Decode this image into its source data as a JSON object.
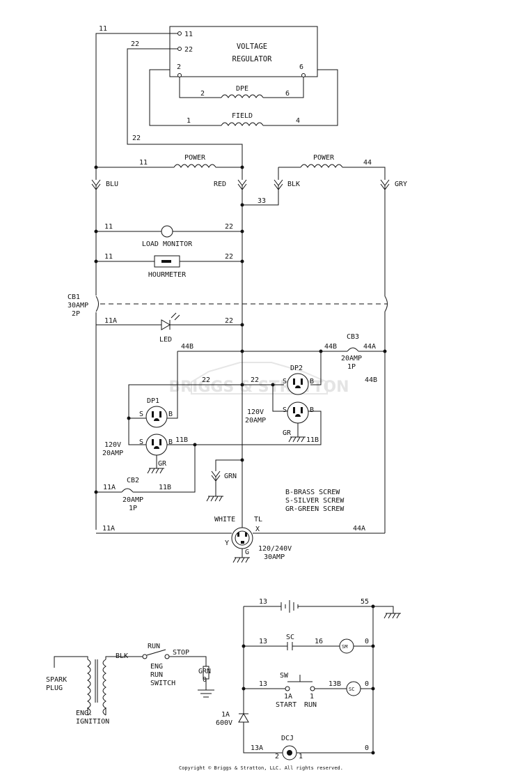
{
  "regulator": {
    "line1": "VOLTAGE",
    "line2": "REGULATOR",
    "t11": "11",
    "t22": "22",
    "t2": "2",
    "t6": "6"
  },
  "wires": {
    "w11a": "11",
    "w22a": "22",
    "w22b": "22",
    "dpe_2": "2",
    "dpe_6": "6",
    "field_1": "1",
    "field_4": "4",
    "p1_11": "11",
    "p2_44": "44",
    "w33": "33",
    "lm_11": "11",
    "lm_22": "22",
    "hm_11": "11",
    "hm_22": "22",
    "led_11a": "11A",
    "led_22": "22",
    "w44b_top": "44B",
    "w22_dp1": "22",
    "w22_dp2": "22",
    "w44b_cb3": "44B",
    "w44a_cb3": "44A",
    "w44b_right": "44B",
    "w11b_dp1": "11B",
    "w11b_dp2": "11B",
    "w11a_cb2": "11A",
    "w11b_cb2": "11B",
    "w11a_bot": "11A",
    "w44a_bot": "44A"
  },
  "coils": {
    "dpe": "DPE",
    "field": "FIELD",
    "power1": "POWER",
    "power2": "POWER"
  },
  "connectors": {
    "blu": "BLU",
    "red": "RED",
    "blk": "BLK",
    "gry": "GRY",
    "grn": "GRN"
  },
  "components": {
    "load_monitor": "LOAD MONITOR",
    "hourmeter": "HOURMETER",
    "cb1_name": "CB1",
    "cb1_rating": "30AMP",
    "cb1_poles": "2P",
    "led": "LED",
    "cb3_name": "CB3",
    "cb3_rating": "20AMP",
    "cb3_poles": "1P",
    "dp1": "DP1",
    "dp2": "DP2",
    "dp1_rating_v": "120V",
    "dp1_rating_a": "20AMP",
    "dp2_rating_v": "120V",
    "dp2_rating_a": "20AMP",
    "dp_s": "S",
    "dp_b": "B",
    "gr": "GR",
    "cb2_name": "CB2",
    "cb2_rating": "20AMP",
    "cb2_poles": "1P",
    "twistlock_white": "WHITE",
    "twistlock_tl": "TL",
    "twistlock_y": "Y",
    "twistlock_x": "X",
    "twistlock_g": "G",
    "twistlock_rating_v": "120/240V",
    "twistlock_rating_a": "30AMP"
  },
  "legend": {
    "b": "B-BRASS SCREW",
    "s": "S-SILVER SCREW",
    "gr": "GR-GREEN SCREW"
  },
  "ignition": {
    "spark_plug_1": "SPARK",
    "spark_plug_2": "PLUG",
    "eng_ign_1": "ENG.",
    "eng_ign_2": "IGNITION",
    "blk": "BLK",
    "run": "RUN",
    "stop": "STOP",
    "switch_1": "ENG",
    "switch_2": "RUN",
    "switch_3": "SWITCH",
    "grn": "GRN",
    "grn_num": "0"
  },
  "starter": {
    "w13a": "13",
    "w55": "55",
    "w13b": "13",
    "sc": "SC",
    "w16": "16",
    "sm": "SM",
    "w0a": "0",
    "sw": "SW",
    "w13c": "13",
    "w13b_label": "13B",
    "sc2": "SC",
    "w0b": "0",
    "t1a": "1A",
    "t1": "1",
    "start": "START",
    "run": "RUN",
    "diode_1": "1A",
    "diode_2": "600V",
    "w13a_bot": "13A",
    "dcj": "DCJ",
    "dcj_2": "2",
    "dcj_1": "1",
    "w0c": "0"
  },
  "watermark": "BRIGGS & STRATTON",
  "copyright": "Copyright © Briggs & Stratton, LLC. All rights reserved."
}
